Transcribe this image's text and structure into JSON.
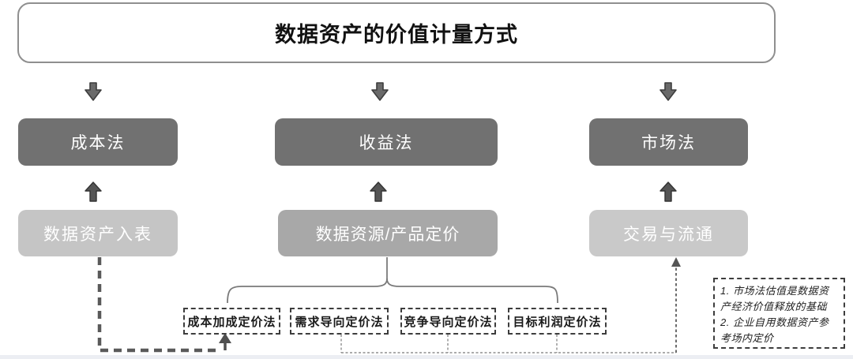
{
  "diagram": {
    "title": "数据资产的价值计量方式",
    "methods": [
      {
        "label": "成本法"
      },
      {
        "label": "收益法"
      },
      {
        "label": "市场法"
      }
    ],
    "scenarios": [
      {
        "label": "数据资产入表"
      },
      {
        "label": "数据资源/产品定价"
      },
      {
        "label": "交易与流通"
      }
    ],
    "pricing_methods": [
      {
        "label": "成本加成定价法"
      },
      {
        "label": "需求导向定价法"
      },
      {
        "label": "竞争导向定价法"
      },
      {
        "label": "目标利润定价法"
      }
    ],
    "note": {
      "text": "1. 市场法估值是数据资\n产经济价值释放的基础\n2. 企业自用数据资产参\n考场内定价"
    },
    "colors": {
      "method_box": "#717171",
      "scenario_left": "#c5c5c5",
      "scenario_middle": "#a8a8a8",
      "scenario_right": "#c9c9c9",
      "box_text": "#ffffff",
      "connector_thick": "#5a5a5a",
      "connector_thin": "#8f8f8f",
      "title_border": "#8f8f8f"
    }
  }
}
